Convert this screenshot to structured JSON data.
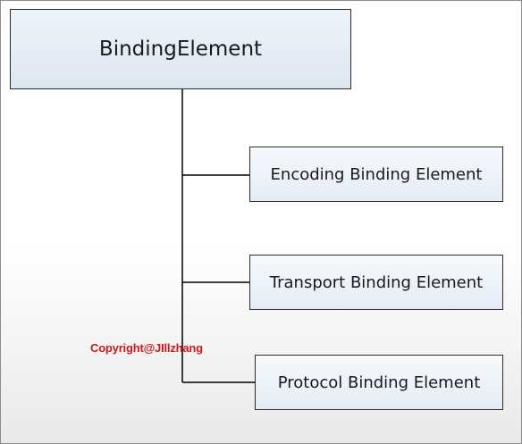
{
  "diagram": {
    "root": {
      "label": "BindingElement"
    },
    "children": [
      {
        "label": "Encoding Binding Element"
      },
      {
        "label": "Transport Binding Element"
      },
      {
        "label": "Protocol Binding Element"
      }
    ],
    "watermark": "Copyright@JIllzhang",
    "colors": {
      "node_border": "#2b2b2b",
      "root_fill": "#dce6f2",
      "child_fill": "#e3ecf6",
      "connector": "#000000",
      "watermark": "#c8191e"
    }
  }
}
